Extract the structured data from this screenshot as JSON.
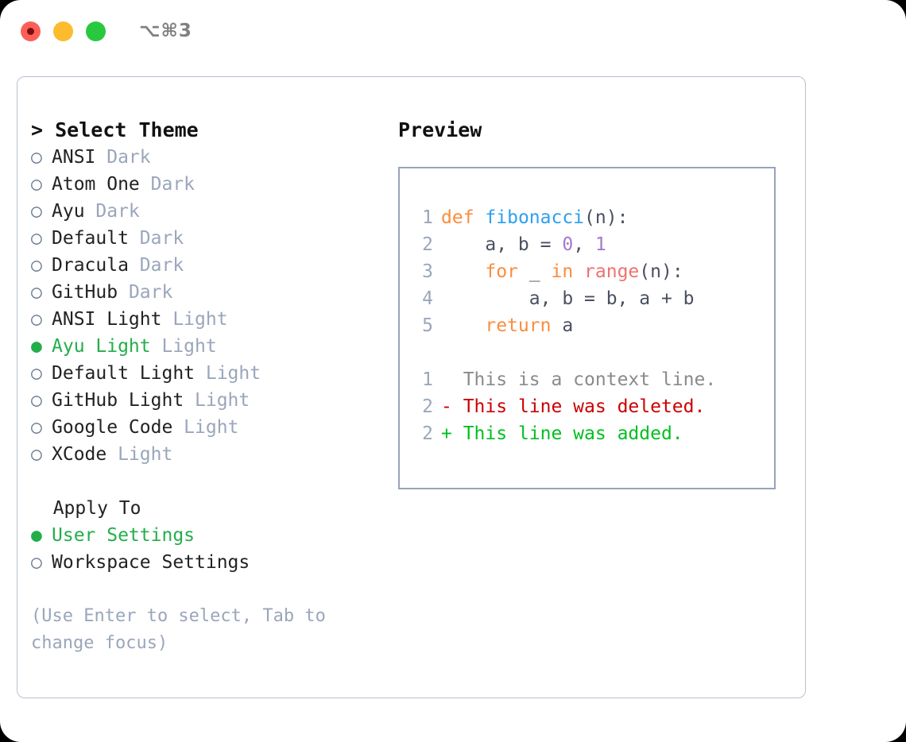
{
  "window": {
    "shortcut": "⌥⌘3",
    "traffic_lights": [
      {
        "name": "close",
        "color": "#fc5f58"
      },
      {
        "name": "minimize",
        "color": "#fcbc2d"
      },
      {
        "name": "maximize",
        "color": "#28c93f"
      }
    ]
  },
  "theme_panel": {
    "header_prefix": "> ",
    "header": "Select Theme",
    "items": [
      {
        "marker": "○",
        "name": "ANSI",
        "badge": "Dark",
        "selected": false
      },
      {
        "marker": "○",
        "name": "Atom One",
        "badge": "Dark",
        "selected": false
      },
      {
        "marker": "○",
        "name": "Ayu",
        "badge": "Dark",
        "selected": false
      },
      {
        "marker": "○",
        "name": "Default",
        "badge": "Dark",
        "selected": false
      },
      {
        "marker": "○",
        "name": "Dracula",
        "badge": "Dark",
        "selected": false
      },
      {
        "marker": "○",
        "name": "GitHub",
        "badge": "Dark",
        "selected": false
      },
      {
        "marker": "○",
        "name": "ANSI Light",
        "badge": "Light",
        "selected": false
      },
      {
        "marker": "●",
        "name": "Ayu Light",
        "badge": "Light",
        "selected": true
      },
      {
        "marker": "○",
        "name": "Default Light",
        "badge": "Light",
        "selected": false
      },
      {
        "marker": "○",
        "name": "GitHub Light",
        "badge": "Light",
        "selected": false
      },
      {
        "marker": "○",
        "name": "Google Code",
        "badge": "Light",
        "selected": false
      },
      {
        "marker": "○",
        "name": "XCode",
        "badge": "Light",
        "selected": false
      }
    ]
  },
  "apply_to": {
    "header": "  Apply To",
    "items": [
      {
        "marker": "●",
        "name": "User Settings",
        "selected": true
      },
      {
        "marker": "○",
        "name": "Workspace Settings",
        "selected": false
      }
    ]
  },
  "hint": "(Use Enter to select, Tab to change focus)",
  "preview": {
    "title": "Preview",
    "code_lines": [
      {
        "num": "1",
        "tokens": [
          {
            "t": "def",
            "c": "kw"
          },
          {
            "t": " ",
            "c": "pl"
          },
          {
            "t": "fibonacci",
            "c": "fn"
          },
          {
            "t": "(n):",
            "c": "pl"
          }
        ]
      },
      {
        "num": "2",
        "tokens": [
          {
            "t": "    a, b = ",
            "c": "pl"
          },
          {
            "t": "0",
            "c": "num"
          },
          {
            "t": ", ",
            "c": "pl"
          },
          {
            "t": "1",
            "c": "num"
          }
        ]
      },
      {
        "num": "3",
        "tokens": [
          {
            "t": "    ",
            "c": "pl"
          },
          {
            "t": "for",
            "c": "kw"
          },
          {
            "t": " _ ",
            "c": "pl"
          },
          {
            "t": "in",
            "c": "kw"
          },
          {
            "t": " ",
            "c": "pl"
          },
          {
            "t": "range",
            "c": "bi"
          },
          {
            "t": "(n):",
            "c": "pl"
          }
        ]
      },
      {
        "num": "4",
        "tokens": [
          {
            "t": "        a, b = b, a + b",
            "c": "pl"
          }
        ]
      },
      {
        "num": "5",
        "tokens": [
          {
            "t": "    ",
            "c": "pl"
          },
          {
            "t": "return",
            "c": "kw"
          },
          {
            "t": " a",
            "c": "pl"
          }
        ]
      }
    ],
    "diff_lines": [
      {
        "num": "1",
        "sign": " ",
        "text": " This is a context line.",
        "kind": "ctx"
      },
      {
        "num": "2",
        "sign": "-",
        "text": " This line was deleted.",
        "kind": "del"
      },
      {
        "num": "2",
        "sign": "+",
        "text": " This line was added.",
        "kind": "add"
      }
    ]
  }
}
